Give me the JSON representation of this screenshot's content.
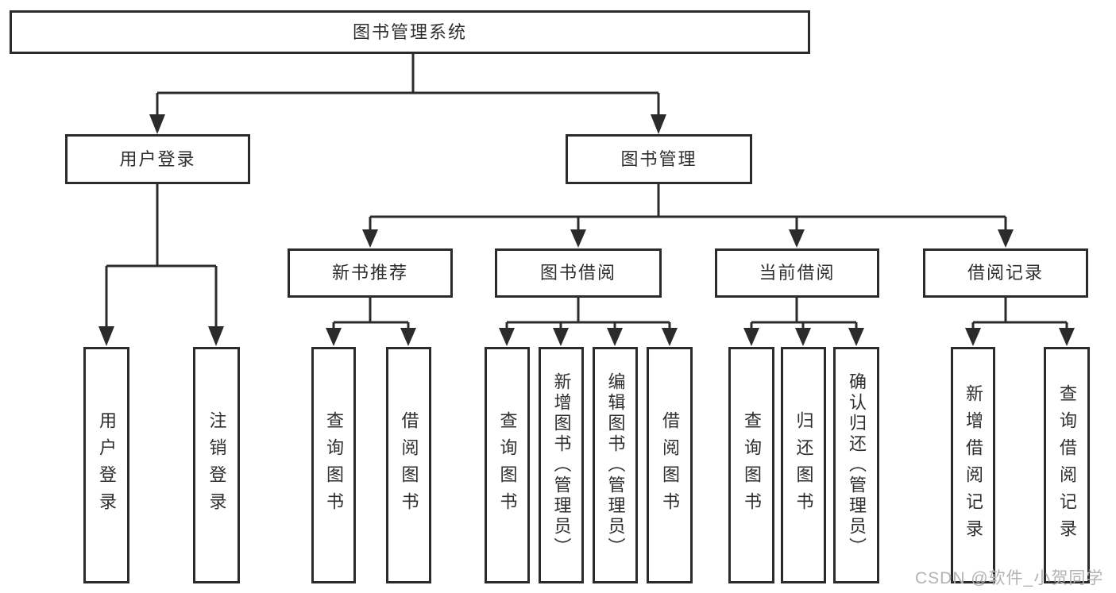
{
  "diagram": {
    "title": "图书管理系统",
    "type": "hierarchy-tree"
  },
  "tree": {
    "label": "图书管理系统",
    "children": [
      {
        "label": "用户登录",
        "children": [
          {
            "label": "用户登录"
          },
          {
            "label": "注销登录"
          }
        ]
      },
      {
        "label": "图书管理",
        "children": [
          {
            "label": "新书推荐",
            "children": [
              {
                "label": "查询图书"
              },
              {
                "label": "借阅图书"
              }
            ]
          },
          {
            "label": "图书借阅",
            "children": [
              {
                "label": "查询图书"
              },
              {
                "label": "新增图书（管理员）"
              },
              {
                "label": "编辑图书（管理员）"
              },
              {
                "label": "借阅图书"
              }
            ]
          },
          {
            "label": "当前借阅",
            "children": [
              {
                "label": "查询图书"
              },
              {
                "label": "归还图书"
              },
              {
                "label": "确认归还（管理员）"
              }
            ]
          },
          {
            "label": "借阅记录",
            "children": [
              {
                "label": "新增借阅记录"
              },
              {
                "label": "查询借阅记录"
              }
            ]
          }
        ]
      }
    ]
  },
  "watermark": {
    "text": "CSDN @软件_小贺同学"
  },
  "colors": {
    "line": "#2b2b2b",
    "box_border": "#2b2b2b",
    "text": "#2e2e2e",
    "background": "#ffffff",
    "watermark": "#b3b3b3"
  }
}
